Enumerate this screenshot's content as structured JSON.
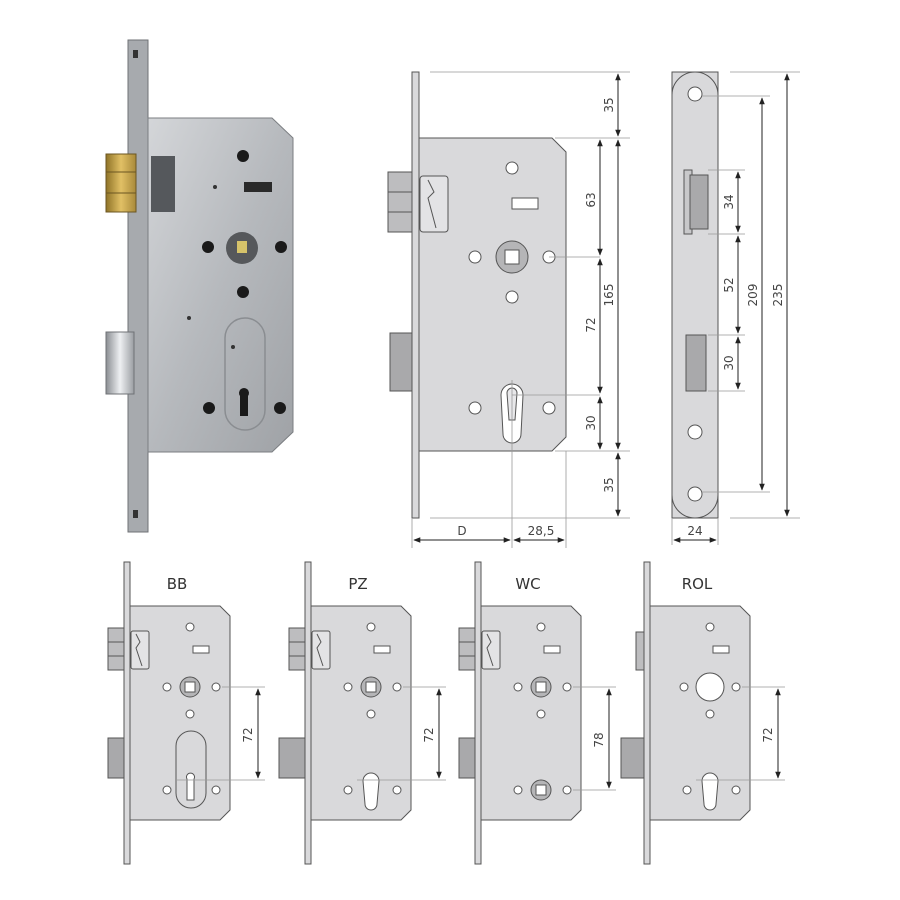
{
  "colors": {
    "plate": "#d9d9db",
    "plate_stroke": "#555555",
    "forend": "#c8c8ca",
    "bolt": "#a9a9ab",
    "dim_line": "#666666",
    "text": "#444444",
    "brass": "#c9a544",
    "photo_steel": "#b9bcc0"
  },
  "photo": {
    "description": "mortise lock product photo"
  },
  "main_drawing": {
    "dimensions": {
      "top_offset": "35",
      "handle_to_top": "63",
      "handle_to_key": "72",
      "key_to_bottom": "30",
      "body_height": "165",
      "bottom_offset": "35",
      "backset": "D",
      "key_to_edge": "28,5"
    }
  },
  "strike_plate": {
    "dimensions": {
      "latch_opening": "34",
      "gap": "52",
      "bolt_opening": "30",
      "screw_spacing": "209",
      "total_length": "235",
      "width": "24"
    }
  },
  "variants": [
    {
      "label": "BB",
      "distance": "72"
    },
    {
      "label": "PZ",
      "distance": "72"
    },
    {
      "label": "WC",
      "distance": "78"
    },
    {
      "label": "ROL",
      "distance": "72"
    }
  ]
}
